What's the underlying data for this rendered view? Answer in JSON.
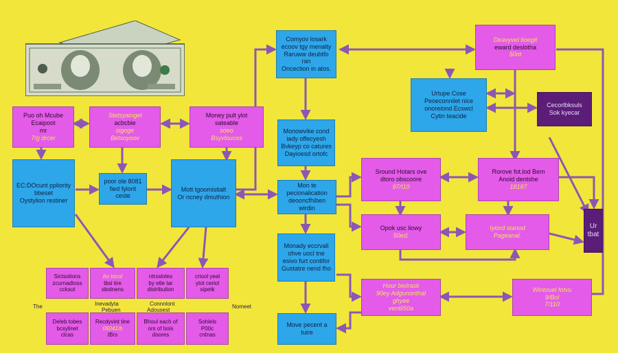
{
  "colors": {
    "background": "#f2e63a",
    "pink": "#e35be8",
    "blue": "#2ea6ea",
    "dark_purple": "#5b1d78",
    "arrow": "#8a58b4"
  },
  "image": {
    "icon": "dollar-bills-icon"
  },
  "left": {
    "top_boxes": [
      [
        "Puo oh Mcube",
        "Ecaipoot",
        "mr",
        "7/g drcer"
      ],
      [
        "Stetsyaingel",
        "acbcbie",
        "sigoge",
        "Betsoyoov"
      ],
      [
        "Money pult ylot",
        "sateable",
        "soeo",
        "Bsyvlouces"
      ]
    ],
    "mid_left": [
      "EC:DOcunt ppliority",
      "bbeset",
      "Oystylion restiner"
    ],
    "mid_small": [
      "poor ole 8081",
      "fied fyiorit ceste"
    ],
    "mid_right": [
      "Mott tgoomistialt",
      "Or ncney dmuthion"
    ],
    "grid": [
      [
        "Sictsotions",
        "zcurnadtoss",
        "ccksut"
      ],
      [
        "bo tocol",
        "tbsi tire",
        "sbolnens"
      ],
      [
        "ntrsslotes",
        "by etle tar",
        "distribution"
      ],
      [
        "criool yeal",
        "ytot ceriol",
        "sipetk"
      ],
      [
        "Deleb tobes",
        "bcsylinet",
        "clcas"
      ],
      [
        "Recdyvint tine",
        "06041/b",
        "tBrs"
      ],
      [
        "Bhoul each of",
        "ors of bois",
        "doores"
      ],
      [
        "Sohlels",
        "P00c",
        "cntnas"
      ]
    ],
    "grid_labels": [
      "The",
      "Inevadyta",
      "Pebuen",
      "Connnlont",
      "Adousest",
      "Nomeet"
    ]
  },
  "center": {
    "boxes": [
      [
        "Comyov losark",
        "ecoov tgy menalty",
        "Raruww deubtfo ran",
        "Oncection in atos."
      ],
      [
        "Monowvike cond",
        "iady offecyesh",
        "Bvkeyp co catures",
        "Dayioesd ortofc"
      ],
      [
        "Mon te pecionalication",
        "deooncfhiben wirdin"
      ],
      [
        "Monady eccrvall",
        "ohve uocl tne",
        "esivo furt contifor",
        "Gustatre nend fho"
      ],
      [
        "Move pecent a tuire"
      ]
    ]
  },
  "right": {
    "top_pink": [
      "Deavyvel tioegit",
      "eward deslotha",
      "50nt"
    ],
    "top_blue": [
      "Urtupe Cose",
      "Peoeconnilet nice",
      "onoreiond Ecswcl",
      "Cytin teacide"
    ],
    "dark": [
      "Cecorlbksuls",
      "Sok kyecar"
    ],
    "mid_left": [
      "Sround Hotars ove",
      "dtoro obscoore",
      "97/I10"
    ],
    "mid_right": [
      "Rorove fot.lod Bem",
      "Anoid dentshe",
      "18187"
    ],
    "row3_left": [
      "Opok usc liowy",
      "50ed."
    ],
    "row3_right": [
      "Iyiord stanod",
      "Pageanal."
    ],
    "row4_left": [
      "Hour biolrask",
      "90ey Adgunonthal",
      "ghyee",
      "ventli50a"
    ],
    "row4_right": [
      "Wintouel fotvu",
      "9/Bol",
      "7/110"
    ],
    "side_purple": [
      "Ur",
      "tbat"
    ]
  }
}
